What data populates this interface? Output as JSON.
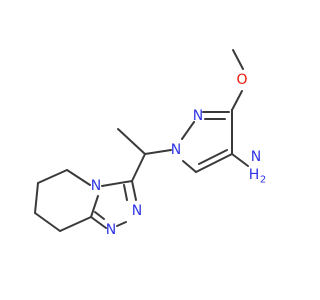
{
  "molecule": {
    "atom_labels": {
      "methoxy_o": "O",
      "n1": "N",
      "n2": "N",
      "amine_n": "N",
      "amine_h2": "H",
      "amine_h2_sub": "2",
      "triazole_n_upper": "N",
      "triazole_n_lower_left": "N",
      "triazole_n_lower_right": "N"
    },
    "colors": {
      "bond": "#3a3a3a",
      "oxygen": "#e8190c",
      "nitrogen": "#2f35e5",
      "background": "#ffffff"
    }
  }
}
